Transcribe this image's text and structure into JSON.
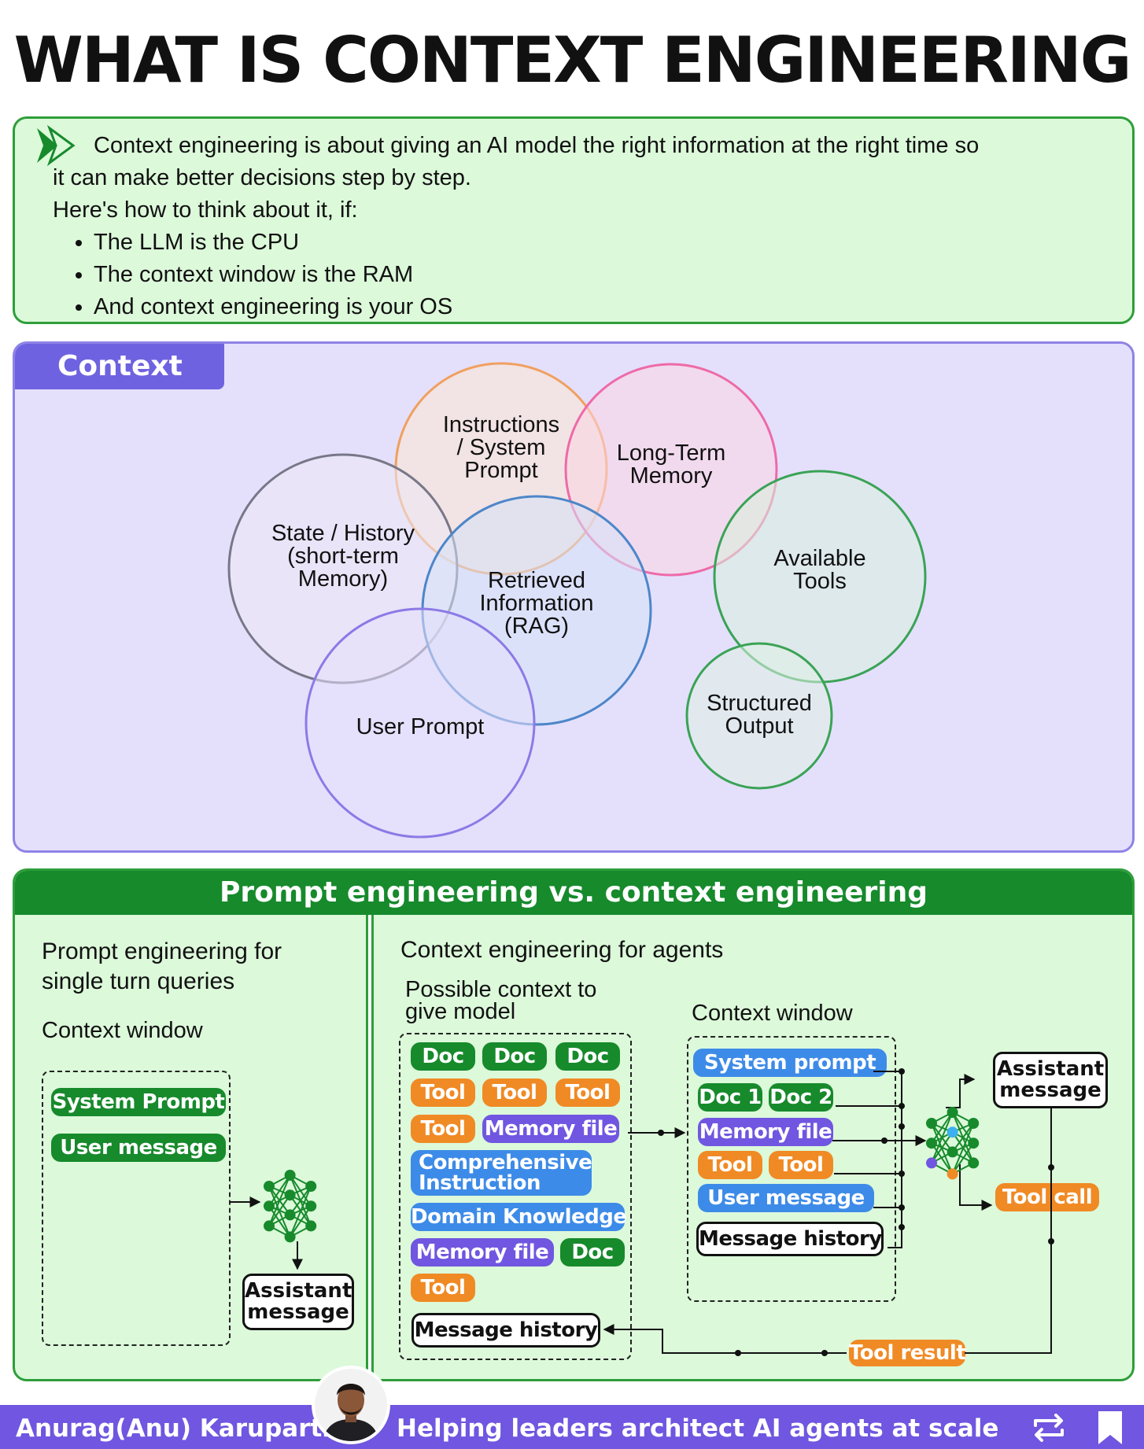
{
  "title": "WHAT IS CONTEXT ENGINEERING",
  "intro": {
    "line1": "Context engineering is about giving an AI model the right information at the right time so",
    "line2": "it can make better decisions step by step.",
    "line3": "Here's how to think about it, if:",
    "bullets": [
      "The LLM is the CPU",
      "The context window is the RAM",
      "And context engineering is your OS"
    ]
  },
  "context": {
    "tab": "Context",
    "circles": [
      {
        "lines": [
          "Instructions",
          "/ System",
          "Prompt"
        ],
        "color": "#f0a060"
      },
      {
        "lines": [
          "Long-Term",
          "Memory"
        ],
        "color": "#ee6aa8"
      },
      {
        "lines": [
          "State / History",
          "(short-term",
          "Memory)"
        ],
        "color": "#777788"
      },
      {
        "lines": [
          "Retrieved",
          "Information",
          "(RAG)"
        ],
        "color": "#4d86c9"
      },
      {
        "lines": [
          "Available",
          "Tools"
        ],
        "color": "#3aa356"
      },
      {
        "lines": [
          "User Prompt"
        ],
        "color": "#8c7ae6"
      },
      {
        "lines": [
          "Structured",
          "Output"
        ],
        "color": "#3aa356"
      }
    ]
  },
  "comparison": {
    "header": "Prompt engineering vs. context engineering",
    "left": {
      "title_line1": "Prompt engineering for",
      "title_line2": "single turn queries",
      "window_label": "Context window",
      "chips": {
        "system": "System Prompt",
        "user": "User message"
      },
      "output": {
        "line1": "Assistant",
        "line2": "message"
      }
    },
    "right": {
      "title": "Context engineering for agents",
      "possible_line1": "Possible context to",
      "possible_line2": "give model",
      "window_label": "Context window",
      "pool": {
        "doc": "Doc",
        "tool": "Tool",
        "memory_file": "Memory file",
        "comprehensive_line1": "Comprehensive",
        "comprehensive_line2": "Instruction",
        "domain_knowledge": "Domain Knowledge",
        "message_history": "Message history"
      },
      "window": {
        "system_prompt": "System prompt",
        "doc1": "Doc 1",
        "doc2": "Doc 2",
        "memory_file": "Memory file",
        "tool": "Tool",
        "user_message": "User message",
        "message_history": "Message history"
      },
      "outputs": {
        "assistant_line1": "Assistant",
        "assistant_line2": "message",
        "tool_call": "Tool call",
        "tool_result": "Tool result"
      }
    }
  },
  "footer": {
    "name": "Anurag(Anu) Karuparti",
    "tagline": "Helping leaders architect AI agents at scale"
  },
  "colors": {
    "green": "#178a2c",
    "orange": "#f08a24",
    "blue": "#3d8be8",
    "purple": "#7056e0",
    "light_green_bg": "#dcf9da",
    "lavender_bg": "#e4e0fc"
  }
}
